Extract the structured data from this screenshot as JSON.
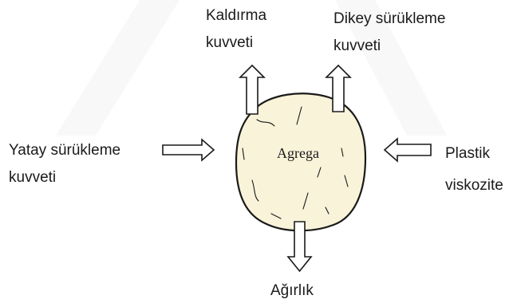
{
  "diagram": {
    "center_label": "Agrega",
    "labels": {
      "lift_line1": "Kaldırma",
      "lift_line2": "kuvveti",
      "vertical_drag_line1": "Dikey sürükleme",
      "vertical_drag_line2": "kuvveti",
      "horizontal_drag_line1": "Yatay sürükleme",
      "horizontal_drag_line2": "kuvveti",
      "plastic_line1": "Plastik",
      "plastic_line2": "viskozite",
      "weight": "Ağırlık"
    },
    "colors": {
      "aggregate_fill": "#f9f3d9",
      "stroke": "#1a1a1a",
      "watermark": "#d9d9d9"
    }
  }
}
